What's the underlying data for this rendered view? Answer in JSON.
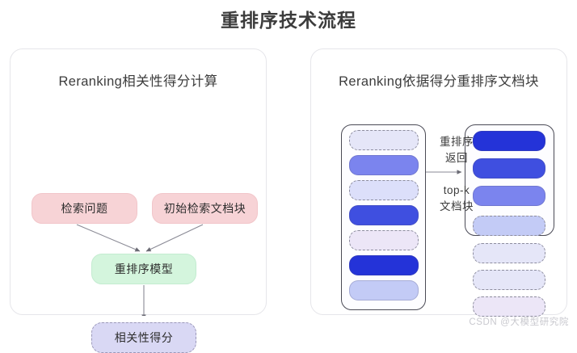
{
  "page": {
    "title": "重排序技术流程",
    "watermark": "CSDN @大模型研究院",
    "background": "#ffffff"
  },
  "panels": {
    "left": {
      "heading": "Reranking相关性得分计算",
      "nodes": [
        {
          "id": "query",
          "label": "检索问题",
          "fill": "#f7d3d6",
          "border": "solid"
        },
        {
          "id": "docs",
          "label": "初始检索文档块",
          "fill": "#f7d3d6",
          "border": "solid"
        },
        {
          "id": "model",
          "label": "重排序模型",
          "fill": "#d4f5dd",
          "border": "solid"
        },
        {
          "id": "score",
          "label": "相关性得分",
          "fill": "#d9d8f4",
          "border": "dashed"
        }
      ]
    },
    "right": {
      "heading": "Reranking依据得分重排序文档块",
      "labels": {
        "rerank_return": "重排序\n返回",
        "topk_docs": "top-k\n文档块"
      },
      "input_column": {
        "frame_label": "input-doc-chunks",
        "blocks": [
          {
            "fill": "#e5e6f8",
            "border": "dashed"
          },
          {
            "fill": "#7b84ee",
            "border": "solid"
          },
          {
            "fill": "#dcdffa",
            "border": "dashed"
          },
          {
            "fill": "#3f4fe0",
            "border": "solid"
          },
          {
            "fill": "#ece6f7",
            "border": "dashed"
          },
          {
            "fill": "#2433d8",
            "border": "solid"
          },
          {
            "fill": "#c3cbf6",
            "border": "solid"
          }
        ]
      },
      "output_column": {
        "frame_label": "top-k-selected",
        "blocks": [
          {
            "fill": "#2433d8",
            "border": "solid"
          },
          {
            "fill": "#3f4fe0",
            "border": "solid"
          },
          {
            "fill": "#7b84ee",
            "border": "solid"
          },
          {
            "fill": "#c3cbf6",
            "border": "dashed"
          },
          {
            "fill": "#e5e6f8",
            "border": "dashed"
          },
          {
            "fill": "#e5e6f8",
            "border": "dashed"
          },
          {
            "fill": "#ece6f7",
            "border": "dashed"
          }
        ]
      }
    }
  }
}
